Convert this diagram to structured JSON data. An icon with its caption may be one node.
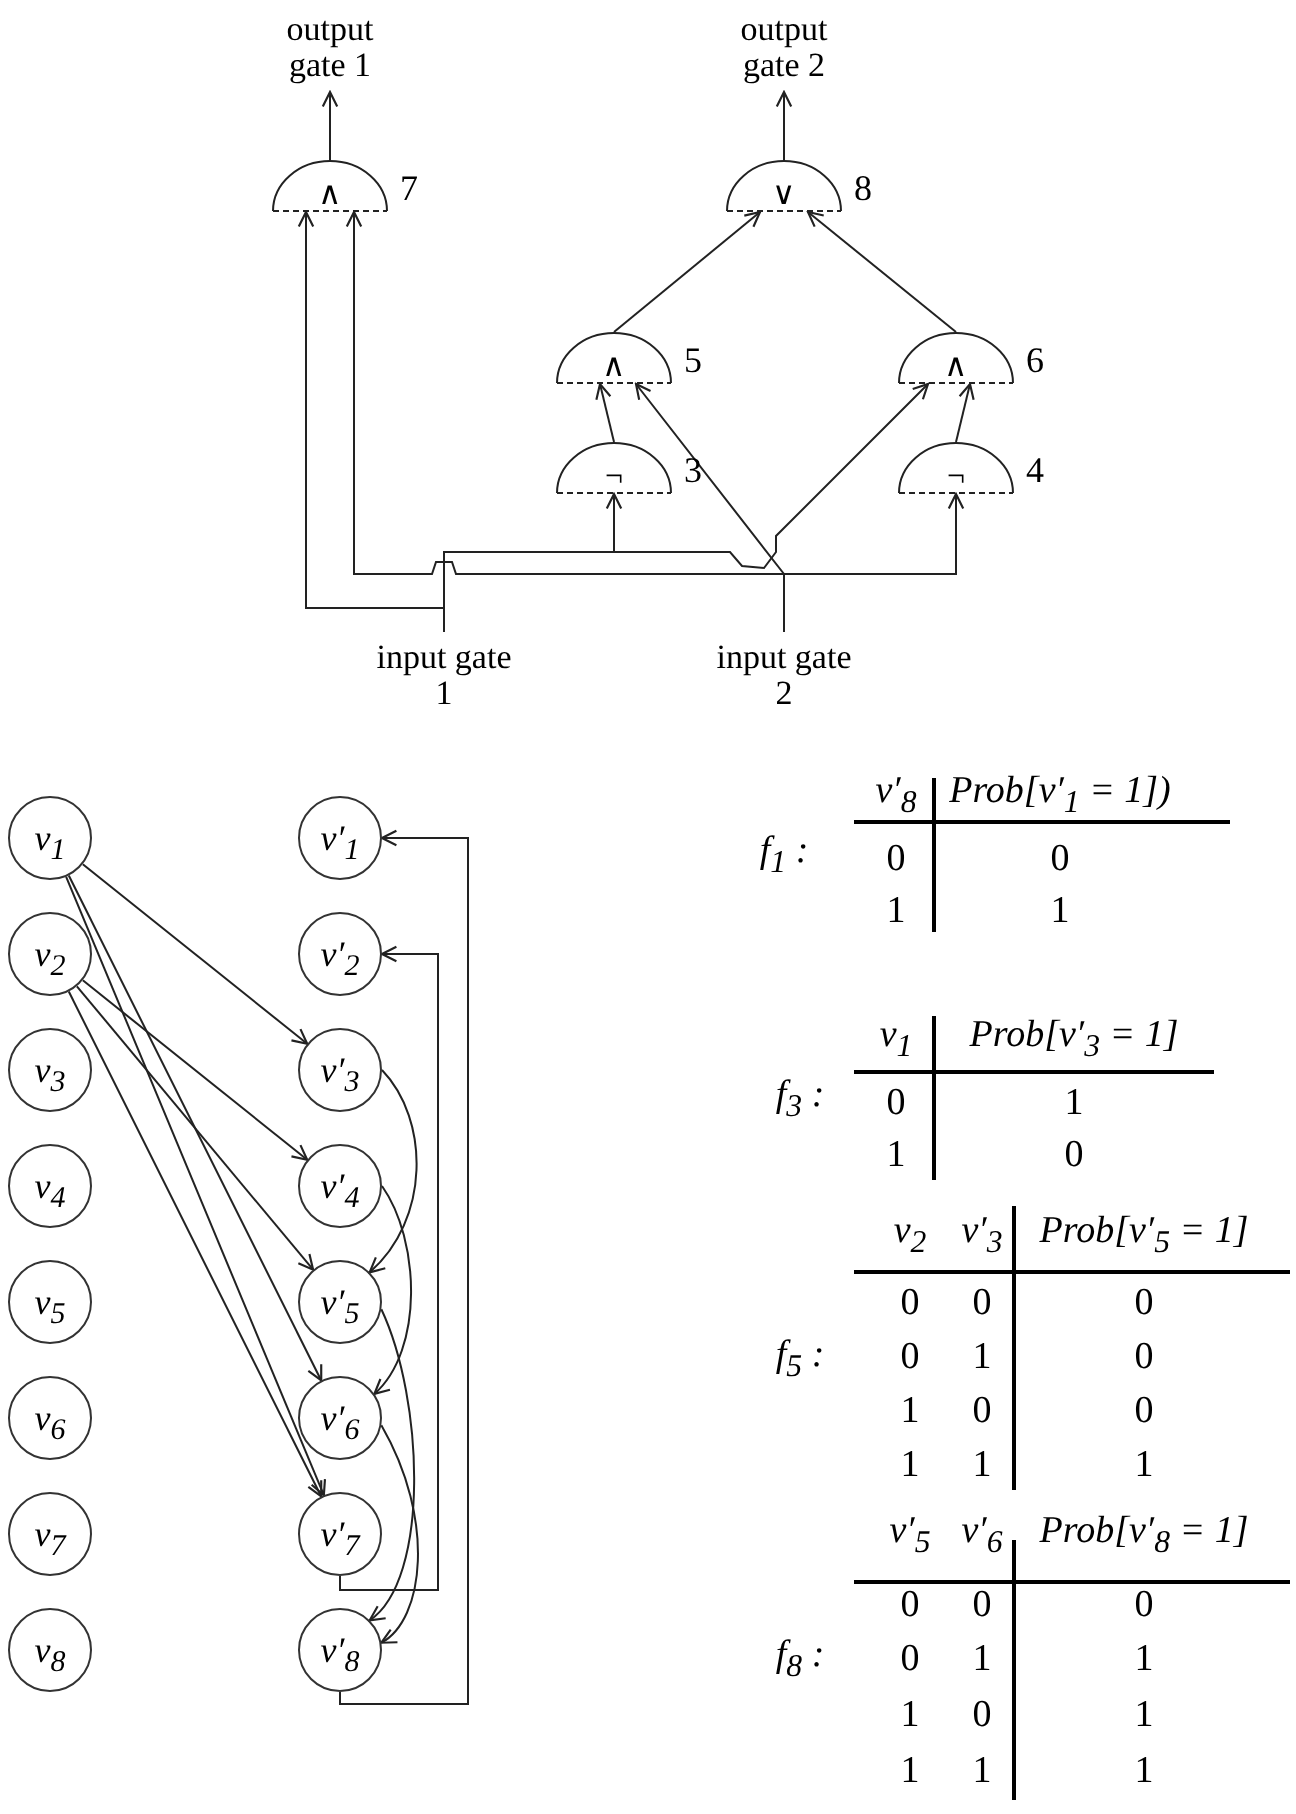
{
  "diagram": {
    "nodes": [
      {
        "text": [
          "output gate 1"
        ]
      },
      {
        "text": [
          "output gate 2"
        ]
      },
      {
        "text": [
          "∧"
        ],
        "beside": [
          "7"
        ]
      },
      {
        "text": [
          "∨"
        ],
        "beside": [
          "8"
        ]
      },
      {
        "text": [
          "∧"
        ],
        "beside": [
          "5"
        ]
      },
      {
        "text": [
          "∧"
        ],
        "beside": [
          "6"
        ]
      },
      {
        "text": [
          "¬"
        ],
        "beside": [
          "3"
        ]
      },
      {
        "text": [
          "¬"
        ],
        "beside": [
          "4"
        ]
      },
      {
        "text": [
          "input gate 1"
        ]
      },
      {
        "text": [
          "input gate 2"
        ]
      },
      {
        "text": [
          "v$_{1}$"
        ]
      },
      {
        "text": [
          "v′$_{1}$"
        ]
      },
      {
        "text": [
          "v$_{2}$"
        ]
      },
      {
        "text": [
          "v′$_{2}$"
        ]
      },
      {
        "text": [
          "v$_{3}$"
        ]
      },
      {
        "text": [
          "v′$_{3}$"
        ]
      },
      {
        "text": [
          "v$_{4}$"
        ]
      },
      {
        "text": [
          "v′$_{4}$"
        ]
      },
      {
        "text": [
          "v$_{5}$"
        ]
      },
      {
        "text": [
          "v′$_{5}$"
        ]
      },
      {
        "text": [
          "v$_{6}$"
        ]
      },
      {
        "text": [
          "v′$_{6}$"
        ]
      },
      {
        "text": [
          "v$_{7}$"
        ]
      },
      {
        "text": [
          "v′$_{7}$"
        ]
      },
      {
        "text": [
          "v$_{8}$"
        ]
      },
      {
        "text": [
          "v′$_{8}$"
        ]
      }
    ],
    "edges": [
      {
        "from": 2,
        "to": 0,
        "arrow": "to"
      },
      {
        "from": 3,
        "to": 1,
        "arrow": "to"
      },
      {
        "from": 4,
        "to": 3,
        "arrow": "to"
      },
      {
        "from": 5,
        "to": 3,
        "arrow": "to"
      },
      {
        "from": 6,
        "to": 4,
        "arrow": "to"
      },
      {
        "from": 7,
        "to": 5,
        "arrow": "to"
      },
      {
        "from": 8,
        "to": 2,
        "arrow": "to"
      },
      {
        "from": 8,
        "to": 6,
        "arrow": "to"
      },
      {
        "from": 8,
        "to": 5,
        "arrow": "to"
      },
      {
        "from": 9,
        "to": 2,
        "arrow": "to"
      },
      {
        "from": 9,
        "to": 7,
        "arrow": "to"
      },
      {
        "from": 9,
        "to": 4,
        "arrow": "to"
      },
      {
        "from": 10,
        "to": 15,
        "arrow": "to"
      },
      {
        "from": 10,
        "to": 21,
        "arrow": "to"
      },
      {
        "from": 10,
        "to": 23,
        "arrow": "to"
      },
      {
        "from": 12,
        "to": 17,
        "arrow": "to"
      },
      {
        "from": 12,
        "to": 19,
        "arrow": "to"
      },
      {
        "from": 12,
        "to": 23,
        "arrow": "to"
      },
      {
        "from": 15,
        "to": 19,
        "arrow": "to"
      },
      {
        "from": 17,
        "to": 21,
        "arrow": "to"
      },
      {
        "from": 19,
        "to": 25,
        "arrow": "to"
      },
      {
        "from": 21,
        "to": 25,
        "arrow": "to"
      },
      {
        "from": 23,
        "to": 13,
        "arrow": "to"
      },
      {
        "from": 25,
        "to": 11,
        "arrow": "to"
      }
    ],
    "labels": [
      "f$_{1}$ :",
      "v′$_{8}$",
      "Prob[v′$_{1}$ = 1])",
      "0",
      "0",
      "1",
      "1",
      "f$_{3}$ :",
      "v$_{1}$",
      "Prob[v′$_{3}$ = 1]",
      "0",
      "1",
      "1",
      "0",
      "f$_{5}$ :",
      "v$_{2}$",
      "v′$_{3}$",
      "Prob[v′$_{5}$ = 1]",
      "0",
      "0",
      "0",
      "0",
      "1",
      "0",
      "1",
      "0",
      "0",
      "1",
      "1",
      "1",
      "f$_{8}$ :",
      "v′$_{5}$",
      "v′$_{6}$",
      "Prob[v′$_{8}$ = 1]",
      "0",
      "0",
      "0",
      "0",
      "1",
      "1",
      "1",
      "0",
      "1",
      "1",
      "1",
      "1"
    ]
  }
}
